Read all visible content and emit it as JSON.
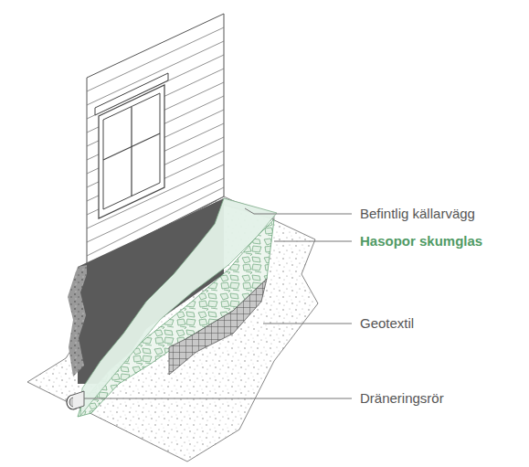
{
  "diagram": {
    "labels": [
      "Befintlig källarvägg",
      "Hasopor skumglas",
      "Geotextil",
      "Dräneringsrör"
    ]
  }
}
